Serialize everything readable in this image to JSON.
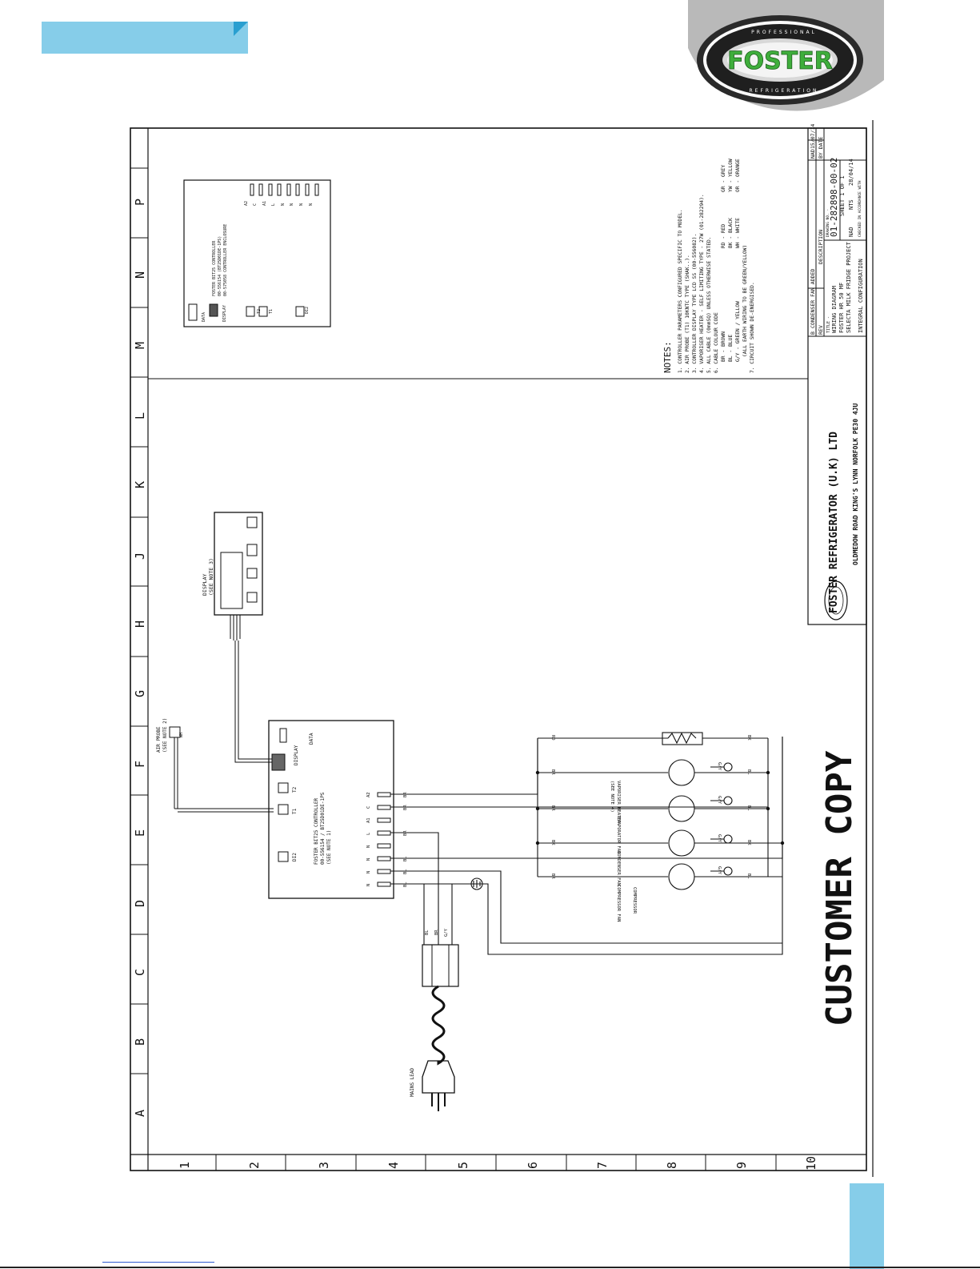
{
  "header": {
    "brand_name": "FOSTER",
    "brand_top_ring": "PROFESSIONAL",
    "brand_bottom_ring": "REFRIGERATION",
    "tab_color": "#86cde9",
    "brand_green": "#3fae3c"
  },
  "grid": {
    "columns": [
      "A",
      "B",
      "C",
      "D",
      "E",
      "F",
      "G",
      "H",
      "J",
      "K",
      "L",
      "M",
      "N",
      "P"
    ],
    "rows": [
      "1",
      "2",
      "3",
      "4",
      "5",
      "6",
      "7",
      "8",
      "9",
      "10"
    ]
  },
  "wiring": {
    "mains_lead_label": "MAINS LEAD",
    "air_probe_label": "AIR PROBE",
    "air_probe_note": "(SEE NOTE 2)",
    "air_probe_wire": "WH",
    "display_label": "DISPLAY",
    "display_note": "(SEE NOTE 3)",
    "controller_label": "FOSTER BIT25 CONTROLLER",
    "controller_codes": "00-556154 / BT25D01DE-1PS",
    "controller_note": "(SEE NOTE 1)",
    "controller_top_terminals": [
      {
        "name": "DATA"
      },
      {
        "name": "DISPLAY"
      },
      {
        "name": "T2"
      },
      {
        "name": "T1"
      },
      {
        "name": "DI2"
      }
    ],
    "controller_terminals": [
      "A2",
      "C",
      "A1",
      "L",
      "N",
      "N",
      "N",
      "N"
    ],
    "wire_codes": [
      "BR",
      "BR",
      "BR",
      "BL",
      "BL",
      "BL"
    ],
    "cable_codes": [
      "BL",
      "BR",
      "G/Y"
    ],
    "components": [
      {
        "name": "VAPORISER HEATER",
        "note": "(SEE NOTE 4)",
        "left_wire": "RD",
        "right_wire": "BK"
      },
      {
        "name": "EVAPORATOR FAN",
        "left_wire": "BR",
        "right_wire": "BL",
        "earth": "G/Y"
      },
      {
        "name": "CONDENSER FAN",
        "left_wire": "BR",
        "right_wire": "BL",
        "earth": "G/Y"
      },
      {
        "name": "COMPRESSOR FAN",
        "left_wire": "BK",
        "right_wire": "BK",
        "earth": "G/Y"
      },
      {
        "name": "COMPRESSOR",
        "left_wire": "BR",
        "right_wire": "BL",
        "earth": "G/Y"
      }
    ]
  },
  "inset": {
    "title": "FOSTER BIT25 CONTROLLER",
    "codes": "00-556154 (BT25D01DE-1PS)",
    "subtitle": "00-575058 CONTROLLER ENCLOSURE",
    "top_labels": [
      "DATA",
      "DISPLAY",
      "T2",
      "T1",
      "DI2"
    ],
    "terminals": [
      "A2",
      "C",
      "A1",
      "L",
      "N",
      "N",
      "N",
      "N"
    ]
  },
  "notes": {
    "heading": "NOTES:",
    "lines": [
      "1. CONTROLLER PARAMETERS CONFIGURED SPECIFIC TO MODEL.",
      "2. AIR PROBE (T1) 10KNTC TYPE (SHAK..).",
      "3. CONTROLLER DISPLAY TYPE LCD SS (00-556082).",
      "4. VAPORISER HEATER - SELF LIMITING TYPE - 27W (01-282294).",
      "5. ALL CABLE (0mmSQ) UNLESS OTHERWISE STATED.",
      "6. CABLE COLOUR CODE",
      "7. CIRCUIT SHOWN DE-ENERGISED."
    ],
    "colour_codes": [
      [
        "BR - BROWN",
        "RD - RED",
        "GR - GREY"
      ],
      [
        "BL - BLUE",
        "BK - BLACK",
        "YW - YELLOW"
      ],
      [
        "G/Y - GREEN / YELLOW",
        "WH - WHITE",
        "OR - ORANGE"
      ]
    ],
    "earth_note": "(ALL EARTH WIRING TO BE GREEN/YELLOW)"
  },
  "title_block": {
    "company": "FOSTER REFRIGERATOR (U.K) LTD",
    "address": "OLDMEDOW ROAD  KING'S LYNN  NORFOLK  PE30 4JU",
    "rev_letter": "B",
    "rev_description": "CONDENSER FAN ADDED",
    "rev_by": "NAD",
    "rev_date": "15/07/14",
    "rev_header": "REV",
    "description_header": "DESCRIPTION",
    "by_date_header": "BY  DATE",
    "title_caption": "TITLE -",
    "title_lines": [
      "WIRING DIAGRAM",
      "FOSTER HR 50 MF",
      "SELECTA MILK FRIDGE PROJECT"
    ],
    "configuration": "INTEGRAL CONFIGURATION",
    "drawing_no_caption": "DRAWING NO. -",
    "drawing_no": "01-282898-00-02",
    "sheet": "SHEET 1 OF 1",
    "drawn_by": "NAD",
    "scale": "NTS",
    "date": "28/04/14",
    "checked_caption": "CHECKED IN ACCORDANCE WITH"
  },
  "stamp": "CUSTOMER COPY"
}
